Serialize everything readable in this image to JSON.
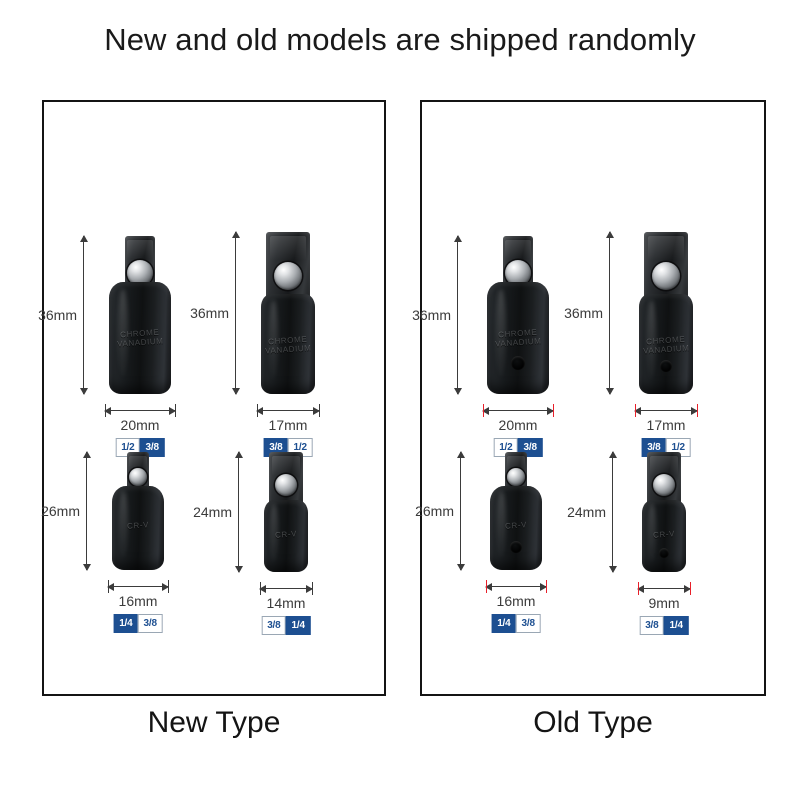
{
  "title": "New and old models are shipped randomly",
  "colors": {
    "badge_blue": "#1d4f91",
    "dim_new": "#3b3b3b",
    "dim_old": "#e8202a",
    "panel_border": "#141414"
  },
  "panels": [
    {
      "id": "new",
      "caption": "New Type",
      "dim_color": "#3b3b3b",
      "adapters": [
        {
          "name": "adapter-1-2-to-3-8",
          "height_label": "36mm",
          "width_label": "20mm",
          "badge_left": "1/2",
          "badge_right": "3/8",
          "badge_left_style": "light",
          "badge_right_style": "dark",
          "engraving": "CHROME\nVANADIUM",
          "has_hole": false,
          "style": "female"
        },
        {
          "name": "adapter-3-8-to-1-2",
          "height_label": "36mm",
          "width_label": "17mm",
          "badge_left": "3/8",
          "badge_right": "1/2",
          "badge_left_style": "dark",
          "badge_right_style": "light",
          "engraving": "CHROME\nVANADIUM",
          "has_hole": false,
          "style": "male"
        },
        {
          "name": "adapter-1-4-to-3-8",
          "height_label": "26mm",
          "width_label": "16mm",
          "badge_left": "1/4",
          "badge_right": "3/8",
          "badge_left_style": "dark",
          "badge_right_style": "light",
          "engraving": "CR-V",
          "has_hole": false,
          "style": "female"
        },
        {
          "name": "adapter-3-8-to-1-4",
          "height_label": "24mm",
          "width_label": "14mm",
          "badge_left": "3/8",
          "badge_right": "1/4",
          "badge_left_style": "light",
          "badge_right_style": "dark",
          "engraving": "CR-V",
          "has_hole": false,
          "style": "male"
        }
      ]
    },
    {
      "id": "old",
      "caption": "Old Type",
      "dim_color": "#e8202a",
      "adapters": [
        {
          "name": "adapter-1-2-to-3-8",
          "height_label": "36mm",
          "width_label": "20mm",
          "badge_left": "1/2",
          "badge_right": "3/8",
          "badge_left_style": "light",
          "badge_right_style": "dark",
          "engraving": "CHROME\nVANADIUM",
          "has_hole": true,
          "style": "female"
        },
        {
          "name": "adapter-3-8-to-1-2",
          "height_label": "36mm",
          "width_label": "17mm",
          "badge_left": "3/8",
          "badge_right": "1/2",
          "badge_left_style": "dark",
          "badge_right_style": "light",
          "engraving": "CHROME\nVANADIUM",
          "has_hole": true,
          "style": "male"
        },
        {
          "name": "adapter-1-4-to-3-8",
          "height_label": "26mm",
          "width_label": "16mm",
          "badge_left": "1/4",
          "badge_right": "3/8",
          "badge_left_style": "dark",
          "badge_right_style": "light",
          "engraving": "CR-V",
          "has_hole": true,
          "style": "female"
        },
        {
          "name": "adapter-3-8-to-1-4",
          "height_label": "24mm",
          "width_label": "9mm",
          "badge_left": "3/8",
          "badge_right": "1/4",
          "badge_left_style": "light",
          "badge_right_style": "dark",
          "engraving": "CR-V",
          "has_hole": true,
          "style": "male"
        }
      ]
    }
  ]
}
